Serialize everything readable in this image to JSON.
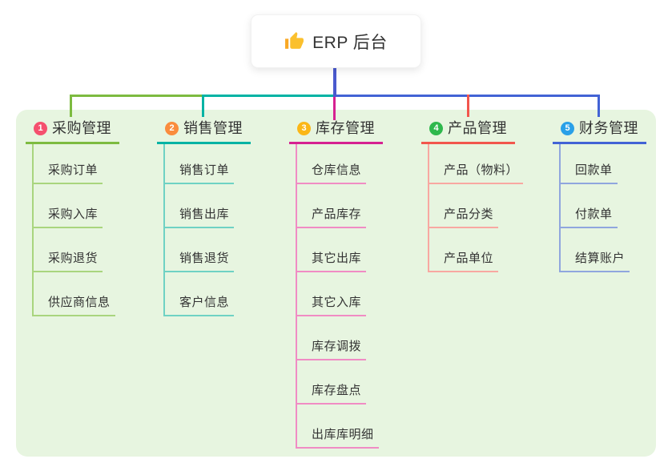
{
  "root": {
    "title": "ERP 后台",
    "icon": "thumbs-up"
  },
  "branches": [
    {
      "number": "1",
      "title": "采购管理",
      "line_color": "#7dbb40",
      "child_line_color": "#a9d57e",
      "badge_color": "#f5506e",
      "children": [
        "采购订单",
        "采购入库",
        "采购退货",
        "供应商信息"
      ]
    },
    {
      "number": "2",
      "title": "销售管理",
      "line_color": "#00b3a4",
      "child_line_color": "#6fd2c4",
      "badge_color": "#fa8c3d",
      "children": [
        "销售订单",
        "销售出库",
        "销售退货",
        "客户信息"
      ]
    },
    {
      "number": "3",
      "title": "库存管理",
      "line_color": "#d62191",
      "child_line_color": "#f08cc4",
      "badge_color": "#fbb717",
      "children": [
        "仓库信息",
        "产品库存",
        "其它出库",
        "其它入库",
        "库存调拨",
        "库存盘点",
        "出库库明细"
      ]
    },
    {
      "number": "4",
      "title": "产品管理",
      "line_color": "#f2564d",
      "child_line_color": "#f8a8a1",
      "badge_color": "#2fb84d",
      "children": [
        "产品（物料）",
        "产品分类",
        "产品单位"
      ]
    },
    {
      "number": "5",
      "title": "财务管理",
      "line_color": "#4263d5",
      "child_line_color": "#90a6de",
      "badge_color": "#29a0e8",
      "children": [
        "回款单",
        "付款单",
        "结算账户"
      ]
    }
  ],
  "colors": {
    "root_connector": "#4a5ace",
    "panel_bg": "#e7f5e0",
    "page_bg": "#ffffff",
    "text": "#333333"
  }
}
